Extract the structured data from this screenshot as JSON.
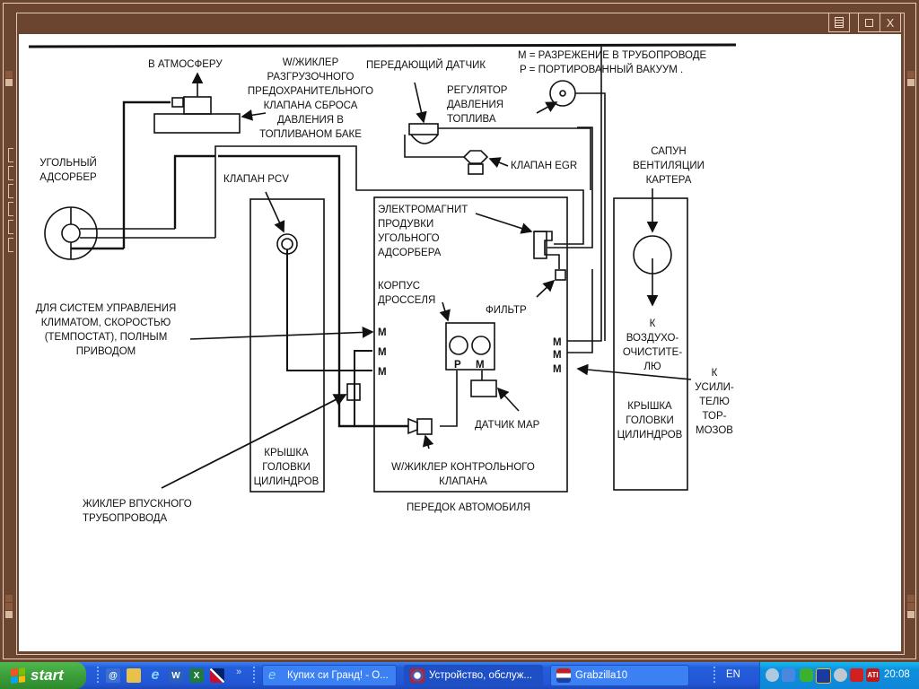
{
  "window": {
    "toolbar_buttons": [
      {
        "name": "print",
        "glyph": "🖶"
      },
      {
        "name": "restore",
        "glyph": "▫"
      },
      {
        "name": "close",
        "glyph": "X"
      }
    ]
  },
  "diagram": {
    "legend": {
      "m": "M = РАЗРЕЖЕНИЕ В ТРУБОПРОВОДЕ",
      "p": "P = ПОРТИРОВАННЫЙ ВАКУУМ ."
    },
    "labels": {
      "atmosphere": "В АТМОСФЕРУ",
      "relief_jet": [
        "W/ЖИКЛЕР",
        "РАЗГРУЗОЧНОГО",
        "ПРЕДОХРАНИТЕЛЬНОГО",
        "КЛАПАНА СБРОСА",
        "ДАВЛЕНИЯ В",
        "ТОПЛИВАНОМ БАКЕ"
      ],
      "sender": "ПЕРЕДАЮЩИЙ ДАТЧИК",
      "fuel_regulator": [
        "РЕГУЛЯТОР",
        "ДАВЛЕНИЯ",
        "ТОПЛИВА"
      ],
      "egr_valve": "КЛАПАН EGR",
      "canister": [
        "УГОЛЬНЫЙ",
        "АДСОРБЕР"
      ],
      "pcv_valve": "КЛАПАН PCV",
      "breather": [
        "САПУН",
        "ВЕНТИЛЯЦИИ",
        "КАРТЕРА"
      ],
      "purge_solenoid": [
        "ЭЛЕКТРОМАГНИТ",
        "ПРОДУВКИ",
        "УГОЛЬНОГО",
        "АДСОРБЕРА"
      ],
      "throttle_body": [
        "КОРПУС",
        "ДРОССЕЛЯ"
      ],
      "filter": "ФИЛЬТР",
      "climate_systems": [
        "ДЛЯ СИСТЕМ УПРАВЛЕНИЯ",
        "КЛИМАТОМ, СКОРОСТЬЮ",
        "(ТЕМПОСТАТ), ПОЛНЫМ",
        "ПРИВОДОМ"
      ],
      "to_air_cleaner": [
        "К",
        "ВОЗДУХО-",
        "ОЧИСТИТЕ-",
        "ЛЮ"
      ],
      "to_brake_booster": [
        "К",
        "УСИЛИ-",
        "ТЕЛЮ",
        "ТОР-",
        "МОЗОВ"
      ],
      "cylinder_head_left": [
        "КРЫШКА",
        "ГОЛОВКИ",
        "ЦИЛИНДРОВ"
      ],
      "cylinder_head_right": [
        "КРЫШКА",
        "ГОЛОВКИ",
        "ЦИЛИНДРОВ"
      ],
      "map_sensor": "ДАТЧИК МАР",
      "check_valve_jet": [
        "W/ЖИКЛЕР КОНТРОЛЬНОГО",
        "КЛАПАНА"
      ],
      "intake_jet": [
        "ЖИКЛЕР ВПУСКНОГО",
        "ТРУБОПРОВОДА"
      ],
      "vehicle_front": "ПЕРЕДОК АВТОМОБИЛЯ",
      "port_p": "P",
      "port_m": "M",
      "m": "M"
    }
  },
  "taskbar": {
    "start_label": "start",
    "quick_launch": [
      "outlook-express",
      "explorer-folder",
      "internet-explorer",
      "word",
      "excel",
      "language-uk"
    ],
    "chevron": "»",
    "tasks": [
      {
        "label": "Купих си Гранд! - О...",
        "icon": "internet-explorer",
        "active": false
      },
      {
        "label": "Устройство, обслуж...",
        "icon": "viewer-app",
        "active": true
      },
      {
        "label": "Grabzilla10",
        "icon": "grabzilla",
        "active": false
      }
    ],
    "language": "EN",
    "tray_icons": [
      "network-x",
      "network-computers",
      "nvidia",
      "display",
      "sync",
      "security",
      "ati"
    ],
    "clock": "20:08"
  }
}
